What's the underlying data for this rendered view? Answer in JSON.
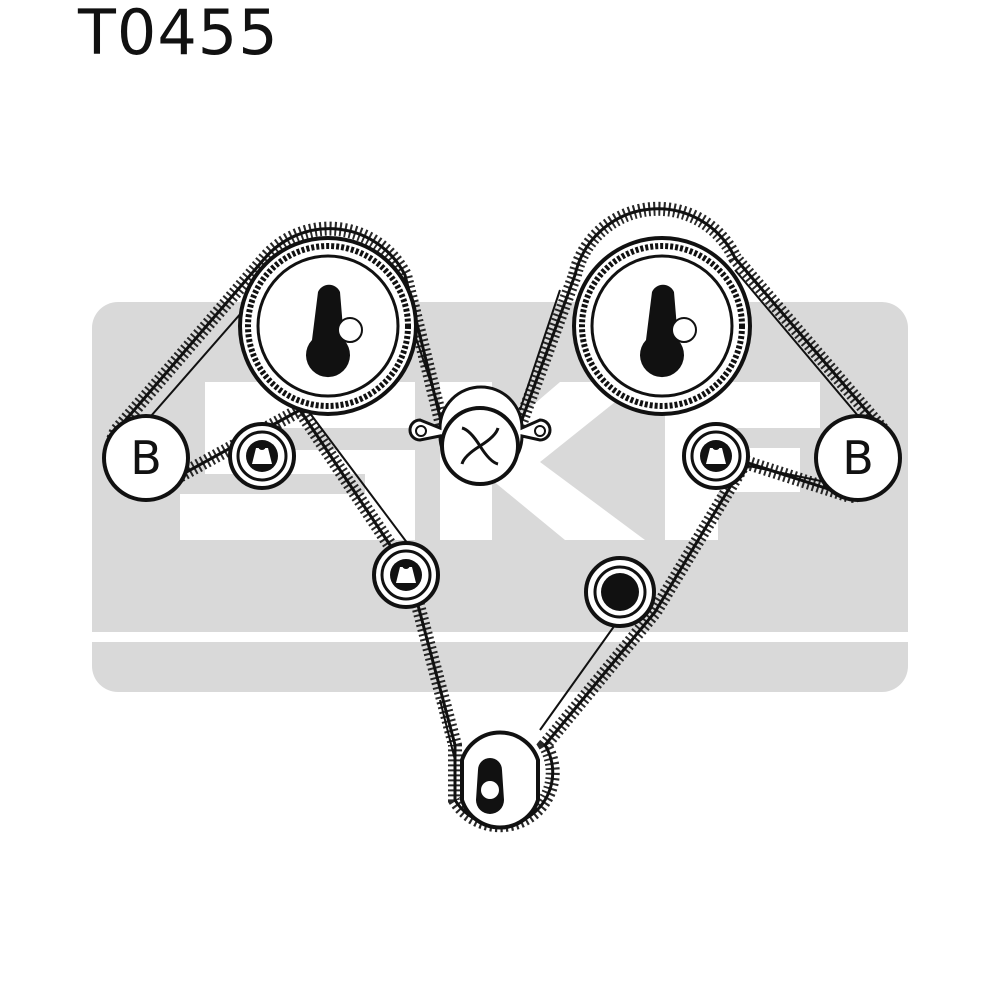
{
  "part_code": "T0455",
  "watermark_brand": "SKF",
  "pulley_labels": {
    "left_balance": "B",
    "right_balance": "B"
  },
  "colors": {
    "ink": "#111111",
    "watermark": "#d6d6d6",
    "background": "#ffffff"
  }
}
